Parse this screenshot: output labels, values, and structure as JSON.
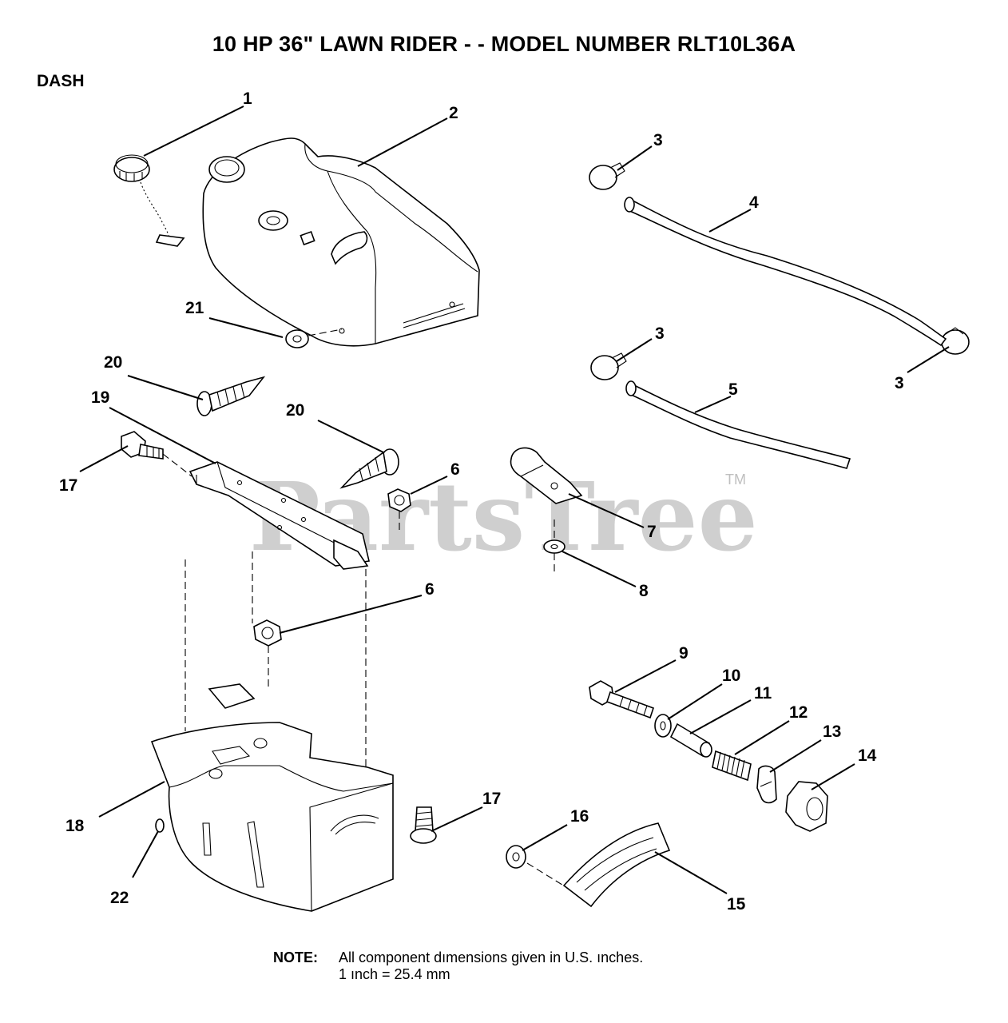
{
  "header": {
    "title": "10 HP 36\" LAWN RIDER - - MODEL NUMBER RLT10L36A",
    "section": "DASH"
  },
  "watermark": {
    "text": "PartsTree",
    "mark": "TM"
  },
  "callouts": {
    "c1": "1",
    "c2": "2",
    "c3a": "3",
    "c3b": "3",
    "c3c": "3",
    "c4": "4",
    "c5": "5",
    "c6a": "6",
    "c6b": "6",
    "c7": "7",
    "c8": "8",
    "c9": "9",
    "c10": "10",
    "c11": "11",
    "c12": "12",
    "c13": "13",
    "c14": "14",
    "c15": "15",
    "c16": "16",
    "c17a": "17",
    "c17b": "17",
    "c18": "18",
    "c19": "19",
    "c20a": "20",
    "c20b": "20",
    "c21": "21",
    "c22": "22"
  },
  "note": {
    "label": "NOTE:",
    "line1": "All component dımensions given in U.S. ınches.",
    "line2": "1 ınch = 25.4 mm"
  }
}
